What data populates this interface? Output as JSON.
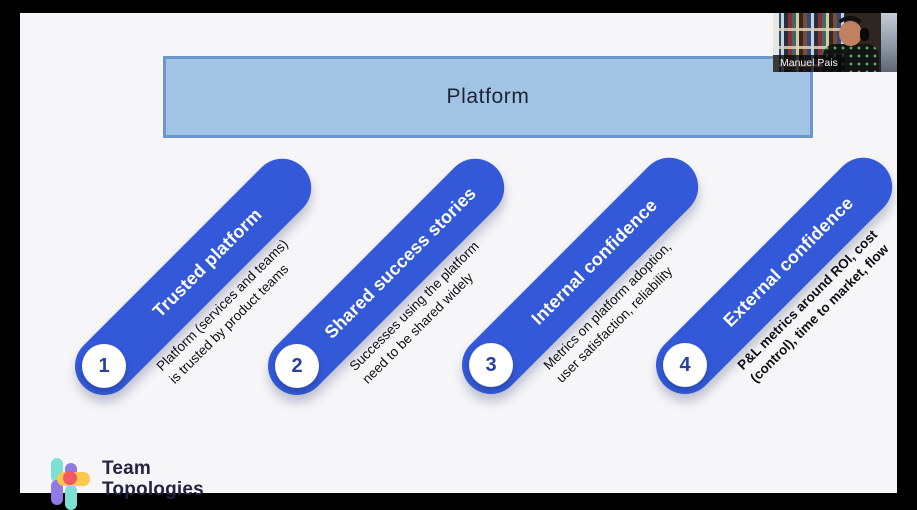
{
  "slide": {
    "platform_label": "Platform",
    "steps": [
      {
        "number": "1",
        "title": "Trusted platform",
        "desc_line1": "Platform (services and teams)",
        "desc_line2": "is trusted by product teams"
      },
      {
        "number": "2",
        "title": "Shared success stories",
        "desc_line1": "Successes using the platform",
        "desc_line2": "need to be shared widely"
      },
      {
        "number": "3",
        "title": "Internal confidence",
        "desc_line1": "Metrics on platform adoption,",
        "desc_line2": "user satisfaction, reliability"
      },
      {
        "number": "4",
        "title": "External confidence",
        "desc_line1": "P&L metrics around ROI, cost",
        "desc_line2": "(control), time to market, flow"
      }
    ]
  },
  "logo": {
    "line1": "Team",
    "line2": "Topologies"
  },
  "webcam": {
    "name": "Manuel Pais"
  },
  "colors": {
    "pill_blue": "#3359d8",
    "platform_fill": "#a1c4e5",
    "platform_border": "#6f96c9",
    "slide_background": "#f6f6f8",
    "step_number_blue": "#27419e",
    "logo_navy": "#232343",
    "logo_teal": "#7ce0d3",
    "logo_purple": "#8f7ae8",
    "logo_yellow": "#fdc84b",
    "logo_coral": "#ef5b5f"
  }
}
